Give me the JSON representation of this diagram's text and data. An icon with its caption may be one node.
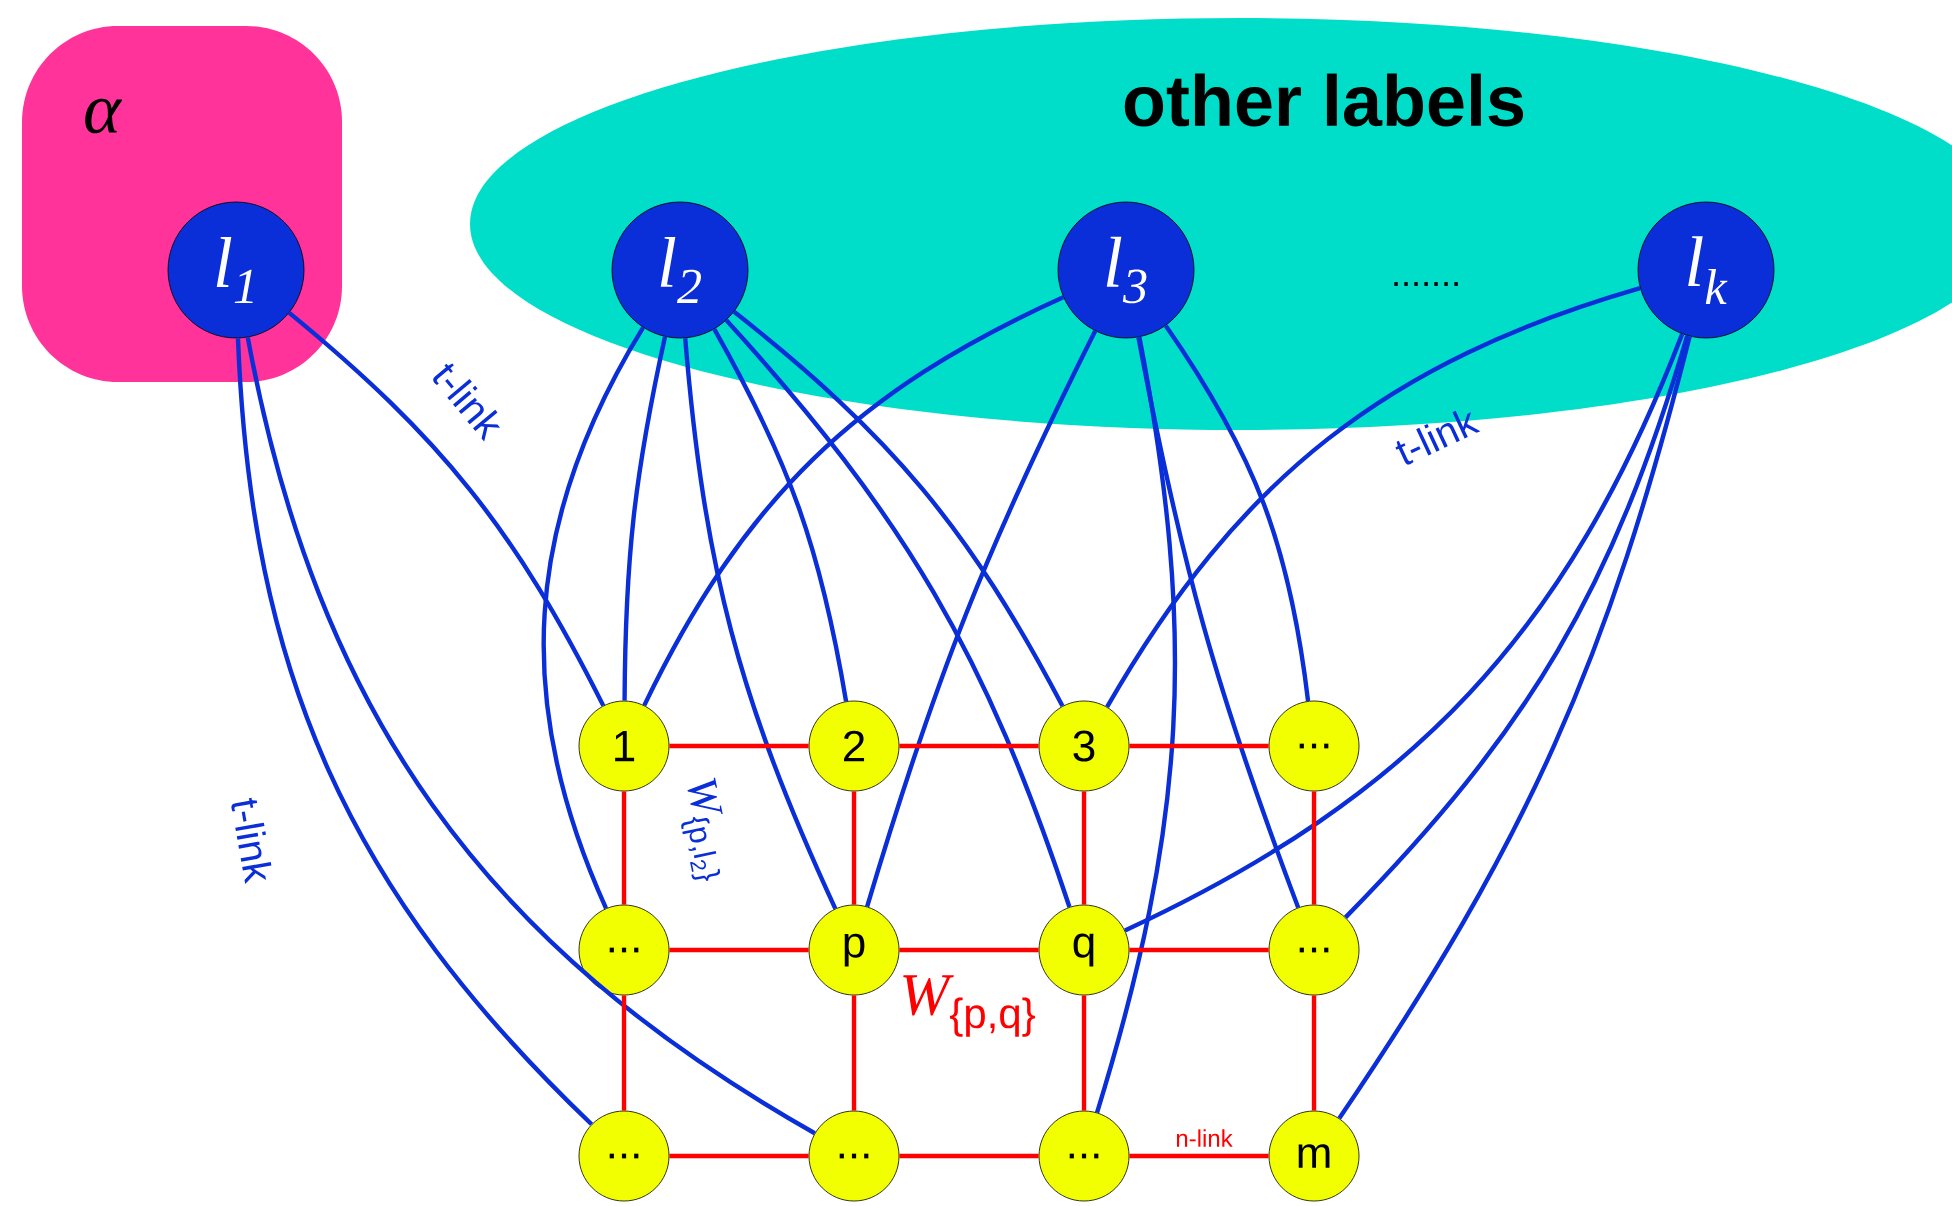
{
  "diagram": {
    "nodes": [
      {
        "text": [
          "α"
        ]
      },
      {
        "text": [
          "other labels"
        ]
      },
      {
        "text": [
          "l$_{1}$"
        ],
        "in": 0
      },
      {
        "text": [
          "l$_{2}$"
        ],
        "in": 1
      },
      {
        "text": [
          "l$_{3}$"
        ],
        "in": 1
      },
      {
        "text": [
          "l$_{k}$"
        ],
        "in": 1
      },
      {
        "text": [
          "1"
        ]
      },
      {
        "text": [
          "2"
        ]
      },
      {
        "text": [
          "3"
        ]
      },
      {
        "text": [
          "..."
        ]
      },
      {
        "text": [
          "..."
        ]
      },
      {
        "text": [
          "p"
        ]
      },
      {
        "text": [
          "q"
        ]
      },
      {
        "text": [
          "..."
        ]
      },
      {
        "text": [
          "..."
        ]
      },
      {
        "text": [
          "..."
        ]
      },
      {
        "text": [
          "..."
        ]
      },
      {
        "text": [
          "m"
        ]
      }
    ],
    "edges": [
      {
        "from": 2,
        "to": 6,
        "arrow": "none",
        "label": "t-link"
      },
      {
        "from": 2,
        "to": 14,
        "arrow": "none",
        "label": "t-link"
      },
      {
        "from": 2,
        "to": 15,
        "arrow": "none"
      },
      {
        "from": 3,
        "to": 6,
        "arrow": "none"
      },
      {
        "from": 3,
        "to": 10,
        "arrow": "none"
      },
      {
        "from": 3,
        "to": 11,
        "arrow": "none",
        "label": "\\text{\\serif\\itshape W}_{\\text{\\{p,l\\textsubscript{2}\\}}}"
      },
      {
        "from": 3,
        "to": 7,
        "arrow": "none"
      },
      {
        "from": 3,
        "to": 8,
        "arrow": "none"
      },
      {
        "from": 3,
        "to": 12,
        "arrow": "none"
      },
      {
        "from": 4,
        "to": 6,
        "arrow": "none"
      },
      {
        "from": 4,
        "to": 11,
        "arrow": "none"
      },
      {
        "from": 4,
        "to": 16,
        "arrow": "none"
      },
      {
        "from": 4,
        "to": 13,
        "arrow": "none"
      },
      {
        "from": 4,
        "to": 9,
        "arrow": "none"
      },
      {
        "from": 5,
        "to": 8,
        "arrow": "none",
        "label": "t-link"
      },
      {
        "from": 5,
        "to": 12,
        "arrow": "none"
      },
      {
        "from": 5,
        "to": 13,
        "arrow": "none"
      },
      {
        "from": 5,
        "to": 17,
        "arrow": "none"
      },
      {
        "from": 6,
        "to": 7,
        "arrow": "none",
        "color": "#ff0000"
      },
      {
        "from": 7,
        "to": 8,
        "arrow": "none",
        "color": "#ff0000"
      },
      {
        "from": 8,
        "to": 9,
        "arrow": "none",
        "color": "#ff0000"
      },
      {
        "from": 10,
        "to": 11,
        "arrow": "none",
        "color": "#ff0000"
      },
      {
        "from": 11,
        "to": 12,
        "arrow": "none",
        "color": "#ff0000",
        "label": "\\text{\\serif\\itshape W}_{\\text{\\{p,q\\}}}"
      },
      {
        "from": 12,
        "to": 13,
        "arrow": "none",
        "color": "#ff0000"
      },
      {
        "from": 14,
        "to": 15,
        "arrow": "none",
        "color": "#ff0000"
      },
      {
        "from": 15,
        "to": 16,
        "arrow": "none",
        "color": "#ff0000"
      },
      {
        "from": 16,
        "to": 17,
        "arrow": "none",
        "color": "#ff0000",
        "label": "n-link"
      },
      {
        "from": 6,
        "to": 10,
        "arrow": "none",
        "color": "#ff0000"
      },
      {
        "from": 10,
        "to": 14,
        "arrow": "none",
        "color": "#ff0000"
      },
      {
        "from": 7,
        "to": 11,
        "arrow": "none",
        "color": "#ff0000"
      },
      {
        "from": 11,
        "to": 15,
        "arrow": "none",
        "color": "#ff0000"
      },
      {
        "from": 8,
        "to": 12,
        "arrow": "none",
        "color": "#ff0000"
      },
      {
        "from": 12,
        "to": 16,
        "arrow": "none",
        "color": "#ff0000"
      },
      {
        "from": 9,
        "to": 13,
        "arrow": "none",
        "color": "#ff0000"
      },
      {
        "from": 13,
        "to": 17,
        "arrow": "none",
        "color": "#ff0000"
      }
    ],
    "labels": [
      "......."
    ]
  }
}
